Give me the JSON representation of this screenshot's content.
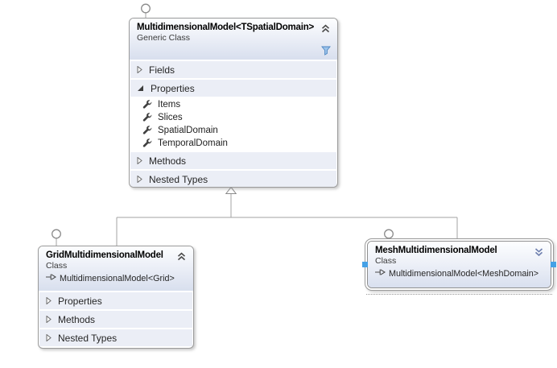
{
  "colors": {
    "box_border": "#9b9b9b",
    "header_gradient_top": "#fdfeff",
    "header_gradient_bottom": "#d8dfee",
    "compartment_band": "#ebeef6",
    "selection_handle_blue": "#45a1e6",
    "filter_icon_blue": "#6ba6e0",
    "connector_gray": "#a3a3a3"
  },
  "classes": {
    "parent": {
      "title": "MultidimensionalModel<TSpatialDomain>",
      "stereotype": "Generic Class",
      "compartments": {
        "fields": {
          "label": "Fields",
          "expanded": false
        },
        "properties": {
          "label": "Properties",
          "expanded": true,
          "members": [
            "Items",
            "Slices",
            "SpatialDomain",
            "TemporalDomain"
          ]
        },
        "methods": {
          "label": "Methods",
          "expanded": false
        },
        "nested": {
          "label": "Nested Types",
          "expanded": false
        }
      }
    },
    "grid": {
      "title": "GridMultidimensionalModel",
      "stereotype": "Class",
      "base_type": "MultidimensionalModel<Grid>",
      "compartments": {
        "properties": {
          "label": "Properties",
          "expanded": false
        },
        "methods": {
          "label": "Methods",
          "expanded": false
        },
        "nested": {
          "label": "Nested Types",
          "expanded": false
        }
      }
    },
    "mesh": {
      "title": "MeshMultidimensionalModel",
      "stereotype": "Class",
      "base_type": "MultidimensionalModel<MeshDomain>",
      "selected": true
    }
  },
  "relationships": [
    {
      "type": "inheritance",
      "from": "GridMultidimensionalModel",
      "to": "MultidimensionalModel<TSpatialDomain>"
    },
    {
      "type": "inheritance",
      "from": "MeshMultidimensionalModel",
      "to": "MultidimensionalModel<TSpatialDomain>"
    }
  ]
}
